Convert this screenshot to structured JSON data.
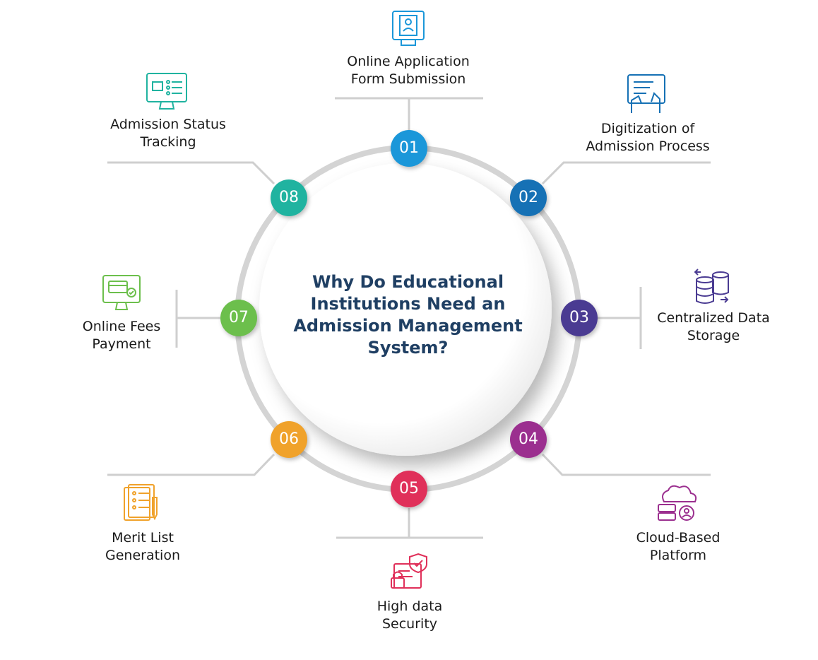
{
  "title": "Why Do Educational Institutions Need an Admission Management System?",
  "items": [
    {
      "number": "01",
      "label_line1": "Online Application",
      "label_line2": "Form Submission",
      "color": "#1b97d9",
      "icon": "application-form-icon"
    },
    {
      "number": "02",
      "label_line1": "Digitization of",
      "label_line2": "Admission Process",
      "color": "#1671b5",
      "icon": "tablet-touch-icon"
    },
    {
      "number": "03",
      "label_line1": "Centralized Data",
      "label_line2": "Storage",
      "color": "#4a3b92",
      "icon": "database-icon"
    },
    {
      "number": "04",
      "label_line1": "Cloud-Based",
      "label_line2": "Platform",
      "color": "#9b2f8f",
      "icon": "cloud-server-icon"
    },
    {
      "number": "05",
      "label_line1": "High data",
      "label_line2": "Security",
      "color": "#e0305a",
      "icon": "shield-lock-icon"
    },
    {
      "number": "06",
      "label_line1": "Merit List",
      "label_line2": "Generation",
      "color": "#f0a22b",
      "icon": "checklist-icon"
    },
    {
      "number": "07",
      "label_line1": "Online Fees",
      "label_line2": "Payment",
      "color": "#6cbf4c",
      "icon": "payment-monitor-icon"
    },
    {
      "number": "08",
      "label_line1": "Admission Status",
      "label_line2": "Tracking",
      "color": "#20b3a0",
      "icon": "status-monitor-icon"
    }
  ]
}
